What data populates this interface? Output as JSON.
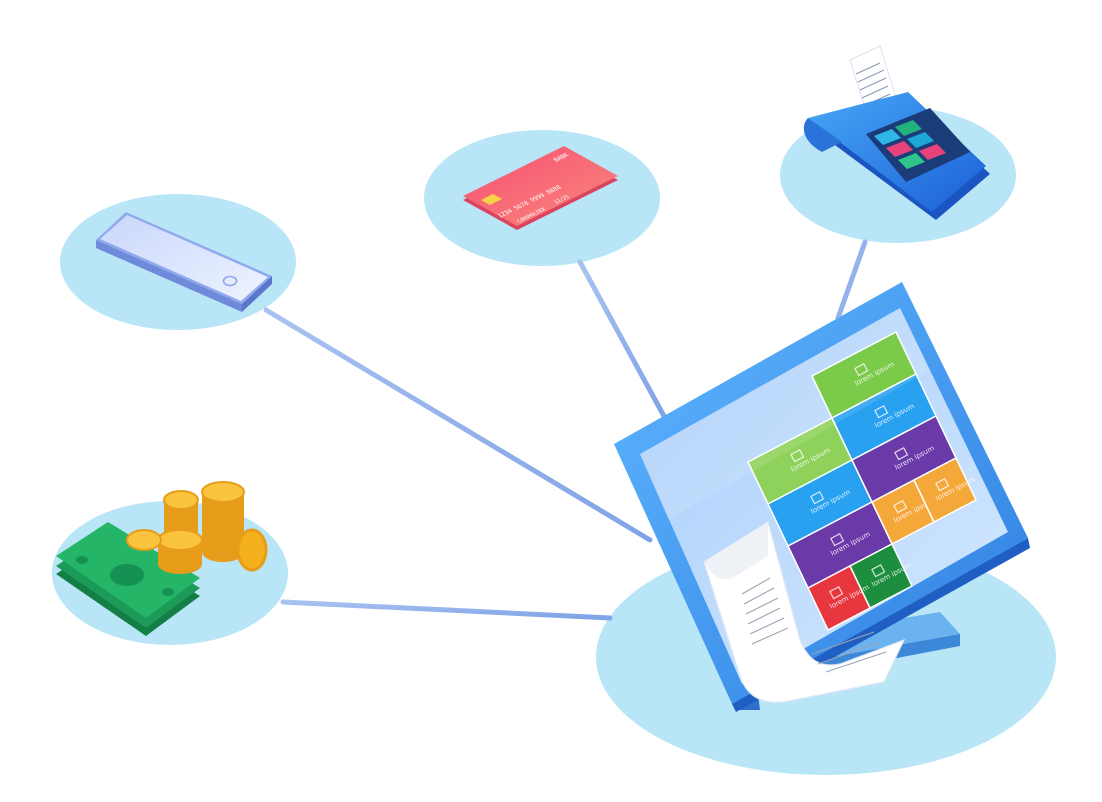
{
  "colors": {
    "circle": "#b9e6f7",
    "connector": "#8fb0e8",
    "monitor_frame": "#3f95ee",
    "monitor_screen": "#b4d6fb",
    "card": "#f65f78",
    "cash": "#1fa564",
    "coin": "#f5b01e"
  },
  "card": {
    "bank": "BANK",
    "number": "1234 5678 9999 8888",
    "holder": "CARDHOLDER",
    "expiry": "12/25"
  },
  "pos_tiles": [
    {
      "label": "lorem ipsum",
      "color": "#6ac331",
      "icon": "monitor-icon"
    },
    {
      "label": "lorem ipsum",
      "color": "#8fd25b",
      "icon": "monitor-icon"
    },
    {
      "label": "lorem ipsum",
      "color": "#27a1f0",
      "icon": "wallet-icon"
    },
    {
      "label": "lorem ipsum",
      "color": "#27a1f0",
      "icon": "wallet-icon"
    },
    {
      "label": "lorem ipsum",
      "color": "#6a3aa8",
      "icon": "shirt-icon"
    },
    {
      "label": "lorem ipsum",
      "color": "#6a3aa8",
      "icon": "shirt-icon"
    },
    {
      "label": "lorem ipsum",
      "color": "#f5a83a",
      "icon": "list-icon"
    },
    {
      "label": "lorem ipsum",
      "color": "#f5a83a",
      "icon": "list-icon"
    },
    {
      "label": "lorem ipsum",
      "color": "#1c8e3e",
      "icon": "list-icon"
    },
    {
      "label": "lorem ipsum",
      "color": "#e8363f",
      "icon": "list-icon"
    }
  ]
}
